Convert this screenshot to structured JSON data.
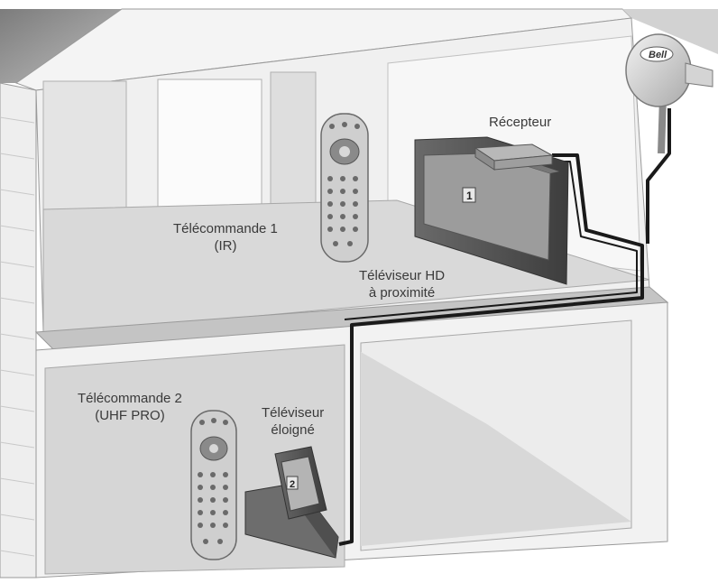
{
  "labels": {
    "receiver": "Récepteur",
    "remote1": {
      "line1": "Télécommande 1",
      "line2": "(IR)"
    },
    "tv_hd": {
      "line1": "Téléviseur HD",
      "line2": "à proximité"
    },
    "remote2": {
      "line1": "Télécommande 2",
      "line2": "(UHF PRO)"
    },
    "tv_far": {
      "line1": "Téléviseur",
      "line2": "éloigné"
    }
  },
  "dish_brand": "Bell",
  "tv_numbers": {
    "near": "1",
    "far": "2"
  },
  "colors": {
    "wall": "#e6e6e6",
    "floor": "#d9d9d9",
    "outline": "#9a9a9a",
    "roof": "#8a8a8a",
    "tv": "#555555",
    "cable": "#1a1a1a",
    "text": "#3a3a3a"
  }
}
